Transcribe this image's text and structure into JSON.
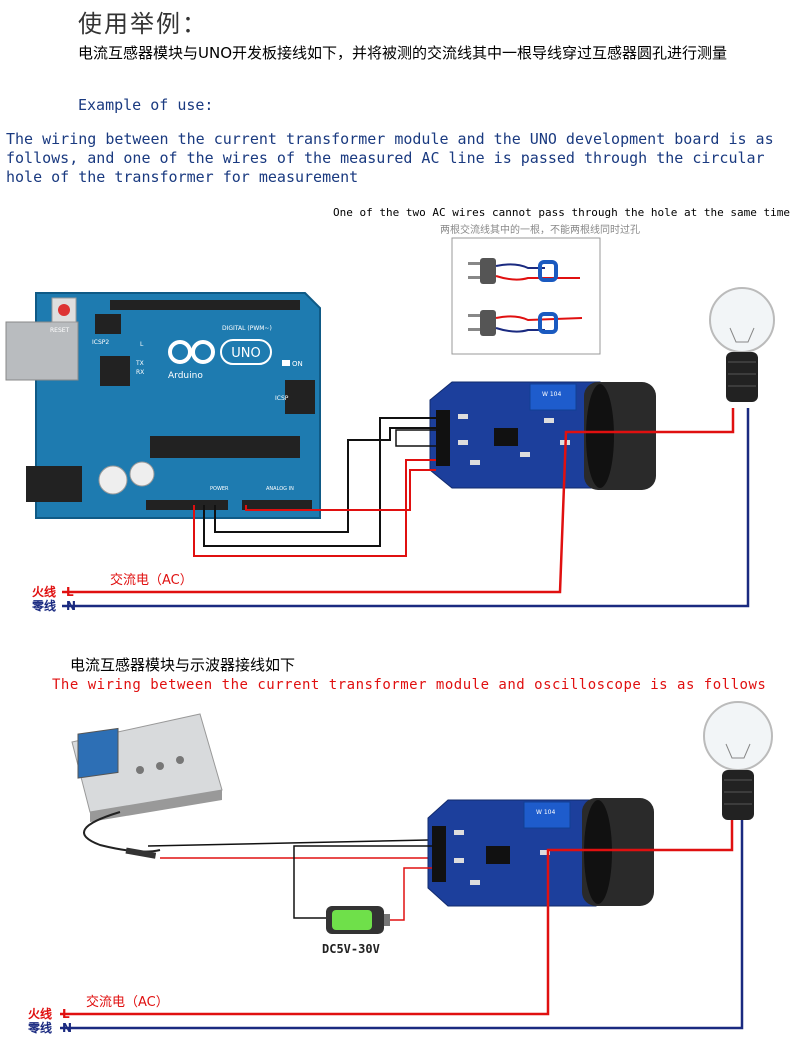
{
  "header": {
    "title": "使用举例：",
    "desc_cn": "电流互感器模块与UNO开发板接线如下，并将被测的交流线其中一根导线穿过互感器圆孔进行测量",
    "example_en": "Example of use:",
    "wiring_en": "The wiring between the current transformer module and the UNO development board is as follows, and one of the wires of the measured AC line is passed through the circular hole of the transformer for measurement"
  },
  "inset_note": {
    "en": "One of the two AC wires cannot pass through the hole at the same time",
    "cn": "两根交流线其中的一根，不能两根线同时过孔"
  },
  "diagram1": {
    "board_brand": "UNO",
    "board_sub": "Arduino",
    "reset_label": "RESET",
    "icsp2_label": "ICSP2",
    "icsp_label": "ICSP",
    "digital_label": "DIGITAL (PWM~)",
    "analog_label": "ANALOG IN",
    "power_label": "POWER",
    "on_label": "ON",
    "tx_label": "TX",
    "rx_label": "RX",
    "l_label": "L",
    "module_code": "W 104",
    "ac_label": "交流电（AC）",
    "live_label": "火线",
    "live_letter": "L",
    "neutral_label": "零线",
    "neutral_letter": "N"
  },
  "section2": {
    "title_cn": "电流互感器模块与示波器接线如下",
    "title_en": "The wiring between the current transformer module and oscilloscope is as follows"
  },
  "diagram2": {
    "battery_label": "DC5V-30V",
    "module_code": "W 104",
    "ac_label": "交流电（AC）",
    "live_label": "火线",
    "live_letter": "L",
    "neutral_label": "零线",
    "neutral_letter": "N"
  },
  "colors": {
    "board": "#1e7bb0",
    "module": "#1c3f9c",
    "live_wire": "#e01010",
    "neutral_wire": "#1a2a80"
  }
}
